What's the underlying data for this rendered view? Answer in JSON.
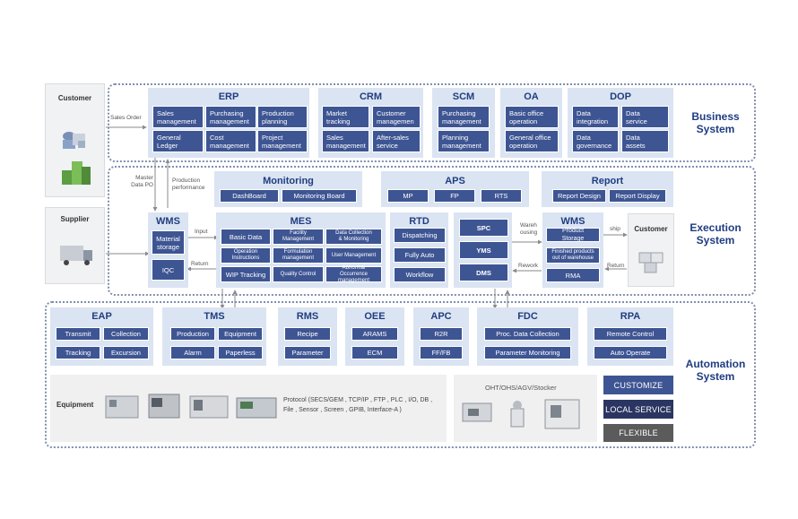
{
  "tiers": {
    "business": "Business\nSystem",
    "execution": "Execution\nSystem",
    "automation": "Automation\nSystem"
  },
  "side": {
    "customer_top": "Customer",
    "supplier": "Supplier",
    "customer_right": "Customer"
  },
  "flow_labels": {
    "sales_order": "Sales Order",
    "master_data_po": "Master\nData PO",
    "production_performance": "Production\nperformance",
    "input": "Input",
    "return_left": "Return",
    "warehousing": "Wareh\nousing",
    "rework": "Rework",
    "ship": "ship",
    "return_right": "Return"
  },
  "business": {
    "erp": {
      "title": "ERP",
      "items": [
        "Sales\nmanagement",
        "Purchasing\nmanagement",
        "Production\nplanning",
        "General\nLedger",
        "Cost\nmanagement",
        "Project\nmanagement"
      ]
    },
    "crm": {
      "title": "CRM",
      "items": [
        "Market\ntracking",
        "Customer\nmanagemen",
        "Sales\nmanagement",
        "After-sales\nservice"
      ]
    },
    "scm": {
      "title": "SCM",
      "items": [
        "Purchasing\nmanagement",
        "Planning\nmanagement"
      ]
    },
    "oa": {
      "title": "OA",
      "items": [
        "Basic office\noperation",
        "General office\noperation"
      ]
    },
    "dop": {
      "title": "DOP",
      "items": [
        "Data\nintegration",
        "Data\nservice",
        "Data\ngovernance",
        "Data\nassets"
      ]
    }
  },
  "execution": {
    "monitoring": {
      "title": "Monitoring",
      "items": [
        "DashBoard",
        "Monitoring Board"
      ]
    },
    "aps": {
      "title": "APS",
      "items": [
        "MP",
        "FP",
        "RTS"
      ]
    },
    "report": {
      "title": "Report",
      "items": [
        "Report Design",
        "Report Display"
      ]
    },
    "wms_left": {
      "title": "WMS",
      "items": [
        "Material\nstorage",
        "IQC"
      ]
    },
    "mes": {
      "title": "MES",
      "items": [
        "Basic Data",
        "Facility\nManagement",
        "Data Collection\n& Monitoring",
        "Operation\nInstructions",
        "Formulation\nmanagement",
        "User Management",
        "WIP Tracking",
        "Quality Control",
        "Abnormal Occurrence\nmanagement"
      ]
    },
    "rtd": {
      "title": "RTD",
      "items": [
        "Dispatching",
        "Fully Auto",
        "Workflow"
      ]
    },
    "spc_group": {
      "items": [
        "SPC",
        "YMS",
        "DMS"
      ]
    },
    "wms_right": {
      "title": "WMS",
      "items": [
        "Product Storage",
        "Finished products\nout of warehouse",
        "RMA"
      ]
    }
  },
  "automation": {
    "eap": {
      "title": "EAP",
      "items": [
        "Transmit",
        "Collection",
        "Tracking",
        "Excursion"
      ]
    },
    "tms": {
      "title": "TMS",
      "items": [
        "Production",
        "Equipment",
        "Alarm",
        "Paperless"
      ]
    },
    "rms": {
      "title": "RMS",
      "items": [
        "Recipe",
        "Parameter"
      ]
    },
    "oee": {
      "title": "OEE",
      "items": [
        "ARAMS",
        "ECM"
      ]
    },
    "apc": {
      "title": "APC",
      "items": [
        "R2R",
        "FF/FB"
      ]
    },
    "fdc": {
      "title": "FDC",
      "items": [
        "Proc. Data  Collection",
        "Parameter  Monitoring"
      ]
    },
    "rpa": {
      "title": "RPA",
      "items": [
        "Remote Control",
        "Auto Operate"
      ]
    },
    "equipment_label": "Equipment",
    "protocol_text": "Protocol (SECS/GEM , TCP/IP , FTP , PLC , I/O, DB ,\nFile , Sensor , Screen , GPIB, Interface-A )",
    "stocker_label": "OHT/OHS/AGV/Stocker",
    "captions": [
      "CUSTOMIZE",
      "LOCAL SERVICE",
      "FLEXIBLE"
    ]
  },
  "colors": {
    "module": "#3e5593",
    "group_bg": "#dbe4f2",
    "title": "#1f3d80",
    "customize": "#3e5593",
    "local_service": "#2a3561",
    "flexible": "#5b5b5b"
  }
}
